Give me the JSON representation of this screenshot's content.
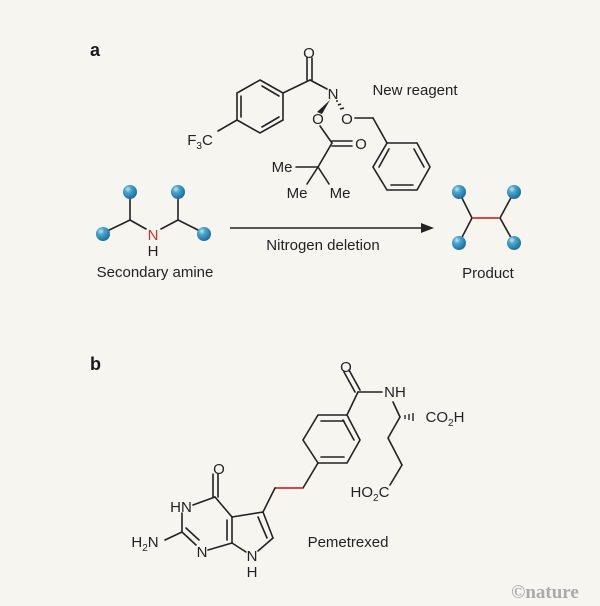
{
  "panels": {
    "a": "a",
    "b": "b"
  },
  "reagent": {
    "label": "New reagent",
    "atoms": {
      "o_carbonyl": "O",
      "n": "N",
      "o1": "O",
      "o2": "O",
      "o_ester": "O",
      "cf3": {
        "a": "F",
        "sub": "3",
        "b": "C"
      },
      "me1": "Me",
      "me2": "Me",
      "me3": "Me"
    }
  },
  "amine": {
    "label": "Secondary amine",
    "n": "N",
    "h": "H"
  },
  "arrow": {
    "label": "Nitrogen deletion"
  },
  "product": {
    "label": "Product"
  },
  "pemetrexed": {
    "label": "Pemetrexed",
    "atoms": {
      "o_amide": "O",
      "nh": "NH",
      "co2h": {
        "a": "CO",
        "sub": "2",
        "b": "H"
      },
      "ho2c": {
        "a": "HO",
        "sub": "2",
        "b": "C"
      },
      "o_keto": "O",
      "hn": "HN",
      "h2n": {
        "a": "H",
        "sub": "2",
        "b": "N"
      },
      "n3": "N",
      "n7": "N",
      "h7": "H"
    }
  },
  "credit": "©nature",
  "colors": {
    "background": "#f6f5ef",
    "bond": "#222222",
    "highlight": "#d2302c",
    "ball": "#3a98c2"
  }
}
